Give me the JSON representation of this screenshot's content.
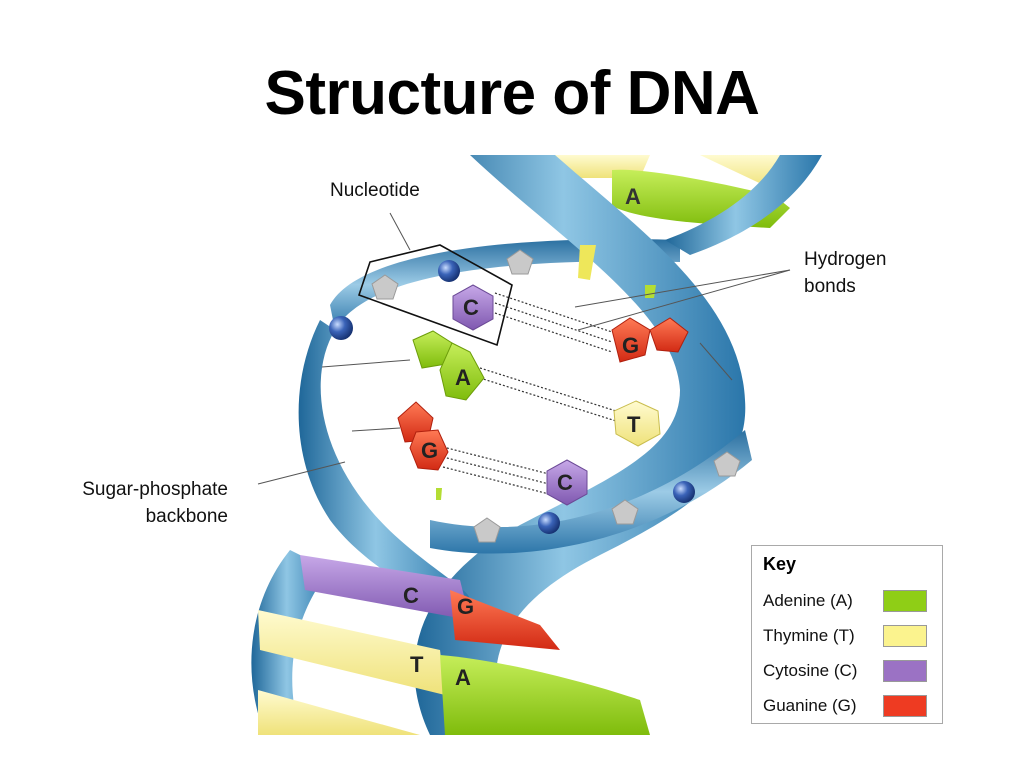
{
  "title": "Structure of DNA",
  "labels": {
    "nucleotide": "Nucleotide",
    "hydrogen_line1": "Hydrogen",
    "hydrogen_line2": "bonds",
    "backbone_line1": "Sugar-phosphate",
    "backbone_line2": "backbone"
  },
  "bases": {
    "adenine": "A",
    "thymine": "T",
    "cytosine": "C",
    "guanine": "G"
  },
  "key": {
    "title": "Key",
    "items": [
      {
        "label": "Adenine (A)",
        "color": "#8fce16"
      },
      {
        "label": "Thymine (T)",
        "color": "#fbf38e"
      },
      {
        "label": "Cytosine (C)",
        "color": "#9b72c4"
      },
      {
        "label": "Guanine (G)",
        "color": "#ee3b22"
      }
    ]
  },
  "colors": {
    "strand": "#3f8dc0",
    "strand_light": "#8ec4e2",
    "phosphate": "#2b54a8",
    "sugar": "#c8c8c8"
  }
}
